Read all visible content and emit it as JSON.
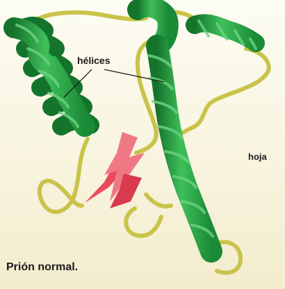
{
  "labels": {
    "helices": "hélices",
    "hoja": "hoja",
    "caption": "Prión normal."
  },
  "colors": {
    "background": "#f8f4df",
    "helix": "#27a845",
    "helix_dark": "#15742c",
    "helix_light": "#6fd283",
    "coil": "#c9c34a",
    "sheet": "#ef5b6a",
    "leader_line": "#1a1a1a"
  }
}
